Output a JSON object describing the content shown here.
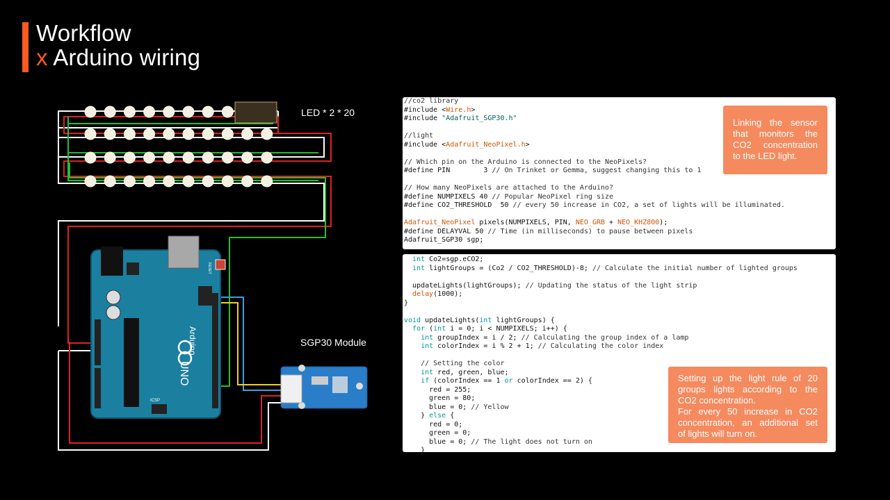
{
  "header": {
    "title_line1": "Workflow",
    "title_prefix": "x",
    "title_line2": "Arduino wiring",
    "accent_color": "#ff5a1f"
  },
  "diagram": {
    "led_label": "LED * 2 * 20",
    "module_label": "SGP30 Module",
    "arduino_brand": "Arduino",
    "arduino_model": "UNO",
    "icsp_label": "ICSP",
    "reset_label": "RESET",
    "led_rows": 4,
    "leds_per_row": 10,
    "wire_colors": {
      "power": "#e02020",
      "ground": "#ffffff",
      "data": "#22c030",
      "sda": "#3aa0e0",
      "scl": "#f0d020"
    }
  },
  "code_top": {
    "lines": [
      "//co2 library",
      "#include <Wire.h>",
      "#include \"Adafruit_SGP30.h\"",
      "",
      "//light",
      "#include <Adafruit_NeoPixel.h>",
      "",
      "// Which pin on the Arduino is connected to the NeoPixels?",
      "#define PIN        3 // On Trinket or Gemma, suggest changing this to 1",
      "",
      "// How many NeoPixels are attached to the Arduino?",
      "#define NUMPIXELS 40 // Popular NeoPixel ring size",
      "#define CO2_THRESHOLD  50 // every 50 increase in CO2, a set of lights will be illuminated.",
      "",
      "Adafruit_NeoPixel pixels(NUMPIXELS, PIN, NEO_GRB + NEO_KHZ800);",
      "#define DELAYVAL 50 // Time (in milliseconds) to pause between pixels",
      "Adafruit_SGP30 sgp;"
    ]
  },
  "code_bottom": {
    "lines": [
      "  int Co2=sgp.eCO2;",
      "  int lightGroups = (Co2 / CO2_THRESHOLD)-8; // Calculate the initial number of lighted groups",
      "",
      "  updateLights(lightGroups); // Updating the status of the light strip",
      "  delay(1000);",
      "}",
      "",
      "void updateLights(int lightGroups) {",
      "  for (int i = 0; i < NUMPIXELS; i++) {",
      "    int groupIndex = i / 2; // Calculating the group index of a lamp",
      "    int colorIndex = i % 2 + 1; // Calculating the color index",
      "",
      "    // Setting the color",
      "    int red, green, blue;",
      "    if (colorIndex == 1 or colorIndex == 2) {",
      "      red = 255;",
      "      green = 80;",
      "      blue = 0; // Yellow",
      "    } else {",
      "      red = 0;",
      "      green = 0;",
      "      blue = 0; // The light does not turn on",
      "    }"
    ]
  },
  "callouts": {
    "sensor": [
      "Linking the sensor",
      "that monitors the",
      "CO2 concentration",
      "to the LED light."
    ],
    "rule": [
      "Setting up the light rule of 20",
      "groups lights according to the",
      "CO2 concentration.",
      "For every 50 increase in CO2",
      "concentration, an additional set",
      "of lights will turn on."
    ],
    "color": "#f58a5f"
  }
}
